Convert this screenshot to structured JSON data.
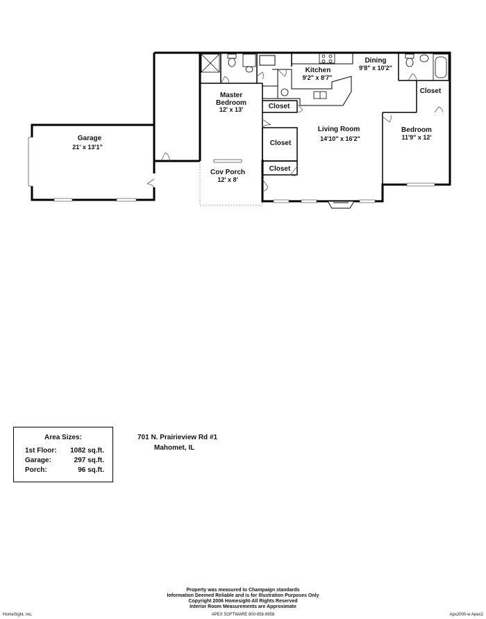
{
  "rooms": {
    "garage": {
      "name": "Garage",
      "size": "21' x 13'1\""
    },
    "master": {
      "name_line1": "Master",
      "name_line2": "Bedroom",
      "size": "12' x 13'"
    },
    "kitchen": {
      "name": "Kitchen",
      "size": "9'2\" x 8'7\""
    },
    "dining": {
      "name": "Dining",
      "size": "9'8\" x 10'2\""
    },
    "living": {
      "name": "Living Room",
      "size": "14'10\" x 16'2\""
    },
    "bedroom": {
      "name": "Bedroom",
      "size": "11'9\" x 12'"
    },
    "porch": {
      "name": "Cov Porch",
      "size": "12' x 8'"
    }
  },
  "closets": {
    "label": "Closet"
  },
  "area_sizes": {
    "title": "Area Sizes:",
    "rows": [
      {
        "label": "1st Floor:",
        "value": "1082 sq.ft."
      },
      {
        "label": "Garage:",
        "value": "297 sq.ft."
      },
      {
        "label": "Porch:",
        "value": "96 sq.ft."
      }
    ]
  },
  "address": {
    "line1": "701 N. Prairieview Rd #1",
    "line2": "Mahomet, IL"
  },
  "footer": {
    "line1": "Property was measured to Champaign standards",
    "line2": "Information Deemed Reliable and is for Illustration Purposes Only",
    "line3": "Copyright 2006 Homesight-All Rights Reserved",
    "line4": "Interior Room Measurements are Approximate",
    "left": "HomeSight, Inc.",
    "center": "APEX SOFTWARE 800-858-9958",
    "right": "Apx2000-w Apex2"
  }
}
